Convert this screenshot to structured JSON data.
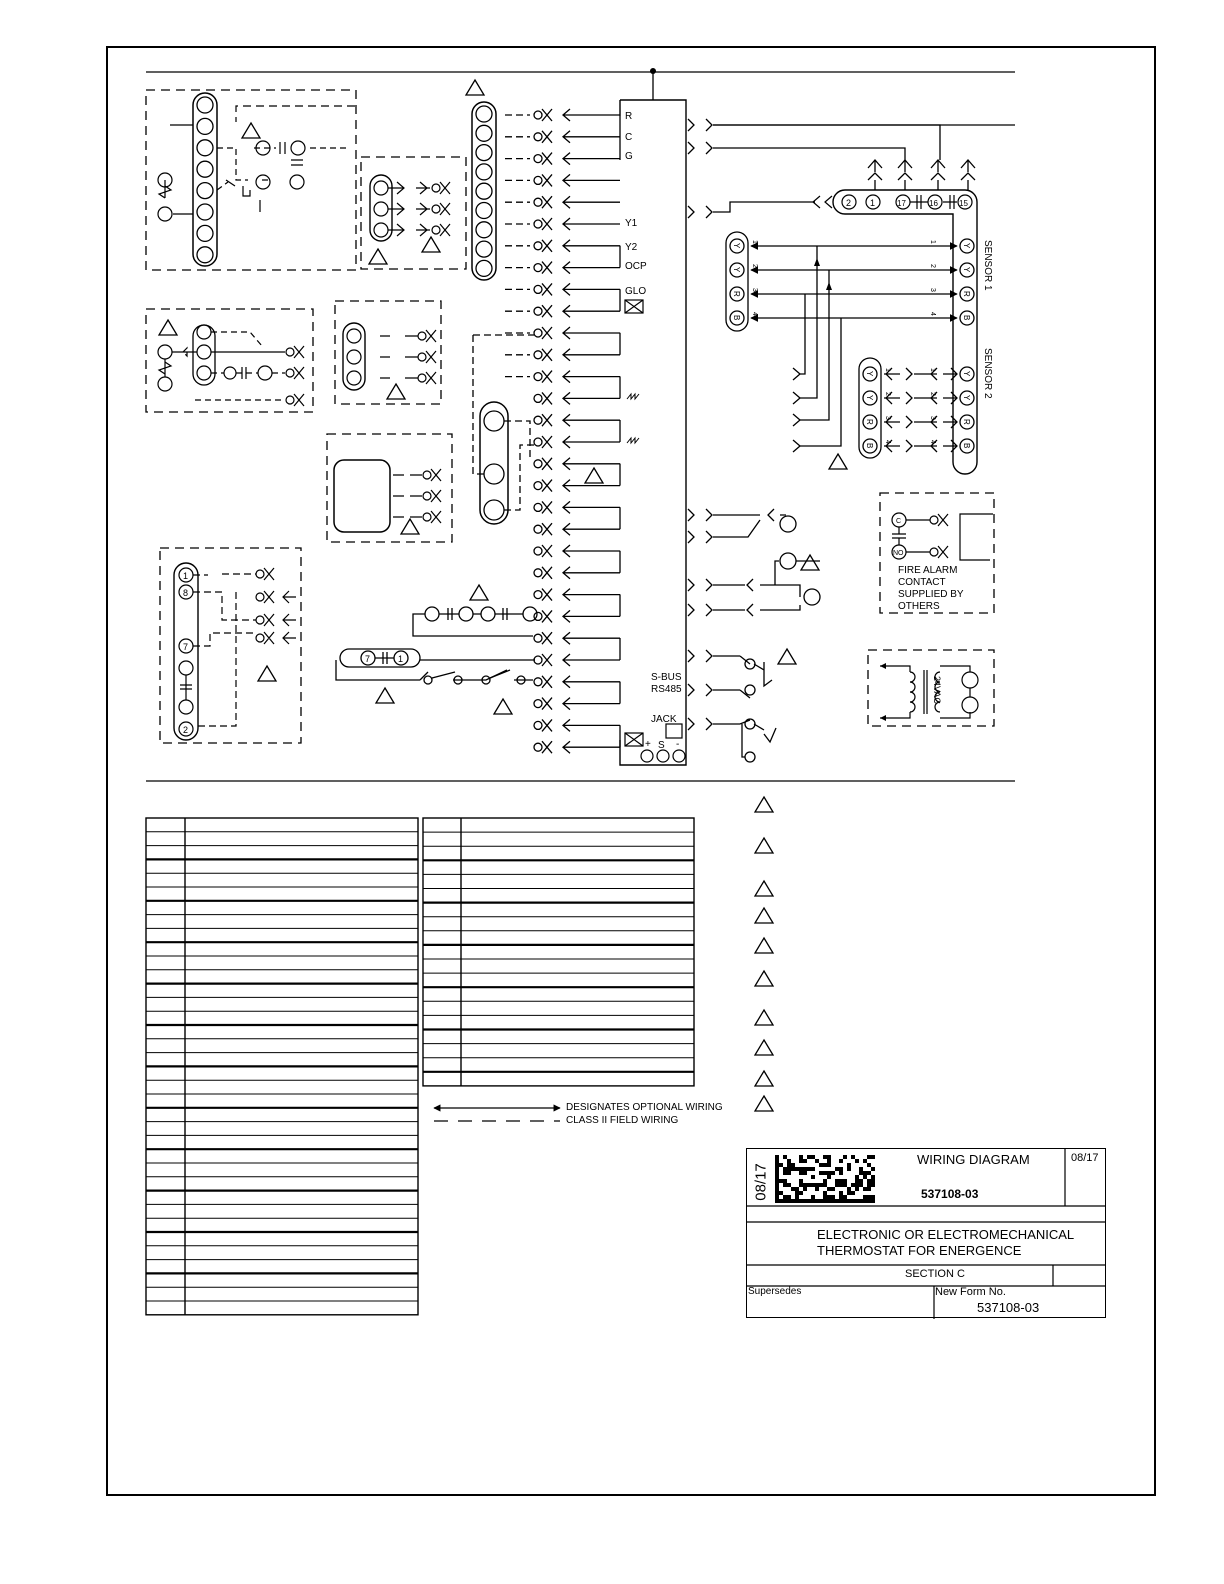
{
  "terminal_labels": {
    "r": "R",
    "c": "C",
    "g": "G",
    "y1": "Y1",
    "y2": "Y2",
    "ocp": "OCP",
    "glo": "GLO",
    "sbus": "S-BUS",
    "rs485": "RS485",
    "jack": "JACK",
    "plus": "+",
    "s": "S",
    "minus": "-"
  },
  "sensors": {
    "sensor1": "SENSOR 1",
    "sensor2": "SENSOR 2",
    "wire_letters": [
      "Y",
      "Y",
      "R",
      "B"
    ],
    "wire_numbers": [
      "1",
      "2",
      "3",
      "4"
    ]
  },
  "pin_labels": {
    "p1": "1",
    "p8": "8",
    "p7": "7",
    "p2": "2",
    "b2": "2",
    "b1": "1",
    "b17": "17",
    "b16": "16",
    "b15": "15",
    "r7": "7",
    "r1": "1"
  },
  "fire_alarm": {
    "c": "C",
    "no": "NO",
    "lines": [
      "FIRE ALARM",
      "CONTACT",
      "SUPPLIED BY",
      "OTHERS"
    ]
  },
  "transformer": {
    "label": "24VAC"
  },
  "legend": {
    "optional": "DESIGNATES OPTIONAL WIRING",
    "class2": "CLASS II FIELD WIRING"
  },
  "title_block": {
    "date_rotated": "08/17",
    "title": "WIRING DIAGRAM",
    "revision": "08/17",
    "doc_number": "537108-03",
    "description_line1": "ELECTRONIC OR ELECTROMECHANICAL",
    "description_line2": "THERMOSTAT FOR ENERGENCE",
    "section": "SECTION C",
    "supersedes": "Supersedes",
    "new_form_label": "New Form No.",
    "new_form_number": "537108-03"
  }
}
